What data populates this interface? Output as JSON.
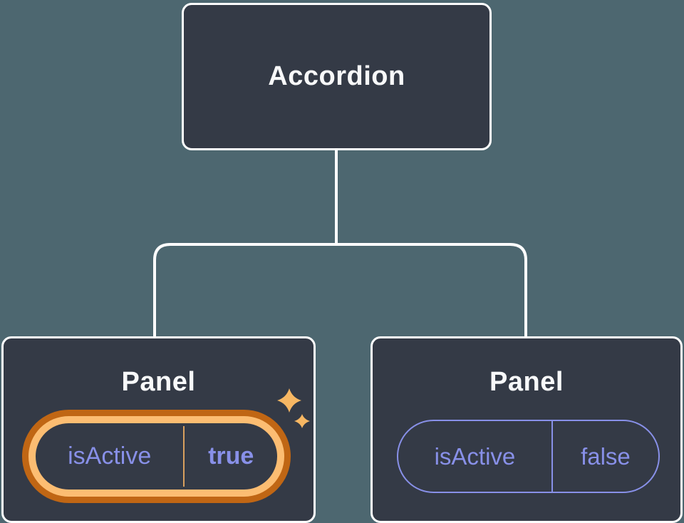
{
  "tree": {
    "root": {
      "label": "Accordion"
    },
    "children": [
      {
        "label": "Panel",
        "state": {
          "key": "isActive",
          "value": "true"
        },
        "highlighted": true
      },
      {
        "label": "Panel",
        "state": {
          "key": "isActive",
          "value": "false"
        },
        "highlighted": false
      }
    ]
  },
  "icons": {
    "sparkles": "sparkles-icon"
  },
  "colors": {
    "background": "#4d6770",
    "node_fill": "#343a46",
    "node_border": "#ffffff",
    "node_text": "#f8f9fa",
    "state_text": "#8890e8",
    "pill_outline": "#8890e8",
    "highlight_ring_outer": "#c06614",
    "highlight_ring_inner": "#fcbd72",
    "highlight_divider": "#d8a05e",
    "connector": "#ffffff",
    "sparkle": "#f7b763"
  }
}
